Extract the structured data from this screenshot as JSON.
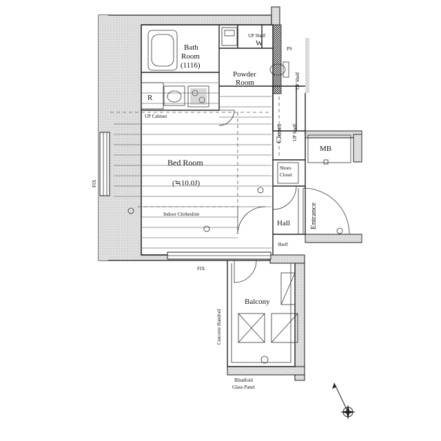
{
  "rooms": {
    "bath_room": "Bath",
    "bath_room_2": "Room",
    "bath_size": "(1116)",
    "powder_room": "Powder",
    "powder_room_2": "Room",
    "bed_room": "Bed Room",
    "bed_size": "(≒10.0J)",
    "closet": "Closet",
    "mb": "MB",
    "shoes_closet": "Shoes",
    "shoes_closet_2": "Closet",
    "hall": "Hall",
    "entrance": "Entrance",
    "balcony": "Balcony"
  },
  "fixtures": {
    "up_shelf_top": "UP Shelf",
    "up_shelf_right": "UP Shelf",
    "up_shelf_closet": "UP Shelf",
    "washer": "W",
    "ps": "PS",
    "refrigerator": "R",
    "up_cabinet": "UP Cabinet",
    "indoor_clothesline": "Indoor Clothesline",
    "shelf": "Shelf",
    "fix_left": "FIX",
    "fix_bottom": "FIX",
    "concrete_handrail": "Concrete Handrail",
    "blindfold_1": "Blindfold",
    "blindfold_2": "Glass Panel"
  },
  "colors": {
    "wall": "#222222",
    "hatch": "#cfcfcf",
    "background": "#ffffff"
  },
  "icons": [
    "compass-icon",
    "toilet-icon",
    "bathtub-icon",
    "sink-icon",
    "stove-icon",
    "washer-icon",
    "ac-unit-icon"
  ]
}
